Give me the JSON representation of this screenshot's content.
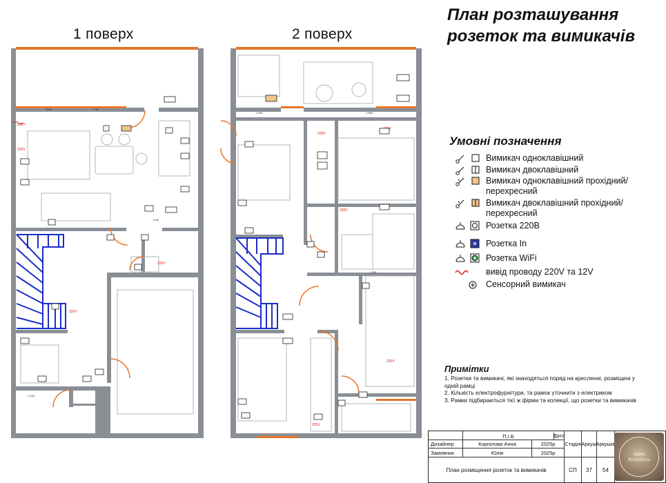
{
  "floors": {
    "first": "1 поверх",
    "second": "2 поверх"
  },
  "title": "План розташування розеток та вимикачів",
  "legend": {
    "title": "Умовні позначення",
    "items": [
      {
        "icon": "single-switch-icon",
        "label": "Вимикач одноклавішний"
      },
      {
        "icon": "double-switch-icon",
        "label": "Вимикач двоклавішний"
      },
      {
        "icon": "single-passthrough-switch-icon",
        "label": "Вимикач одноклавішний прохідний/ перехресний"
      },
      {
        "icon": "double-passthrough-switch-icon",
        "label": "Вимикач двоклавішний прохідний/ перехресний"
      },
      {
        "icon": "socket-220v-icon",
        "label": "Розетка 220В"
      },
      {
        "icon": "socket-internet-icon",
        "label": "Розетка In"
      },
      {
        "icon": "socket-wifi-icon",
        "label": "Розетка WiFi"
      },
      {
        "icon": "wire-outlet-icon",
        "label": "вивід проводу 220V та 12V"
      },
      {
        "icon": "sensor-switch-icon",
        "label": "Сенсорний вимикач"
      }
    ]
  },
  "notes": {
    "title": "Примітки",
    "items": [
      "1. Розетки та вимикачі, які знаходяться поряд на кресленні, розміщені у одній рамці",
      "2. Кількість електрофурнітури, та рамок уточнити з електриком",
      "3. Рамки підбираються тієї ж фірми та колекції, що розетки та вимикачів"
    ]
  },
  "stamp": {
    "pib_header": "П.І.Б",
    "date_header": "Дата",
    "stage_header": "Стадія",
    "sheet_header": "Аркуш",
    "sheets_header": "Аркушів",
    "designer_label": "Дизайнер",
    "designer_name": "Корнілова Анна",
    "designer_date": "2025р",
    "client_label": "Замовник",
    "client_name": "Юлія",
    "client_date": "2025р",
    "sheet_title": "План розміщення розеток та вимикачів",
    "stage": "СП",
    "sheet": "37",
    "sheets": "54",
    "seal_lines": [
      "Anna",
      "Kornilova"
    ]
  },
  "colors": {
    "wall": "#8a8f96",
    "window": "#e8762a",
    "stairs": "#1a2cc7",
    "annotation": "#d41c1c",
    "furniture": "#b5b5b5",
    "beige_switch": "#f2c48f"
  }
}
